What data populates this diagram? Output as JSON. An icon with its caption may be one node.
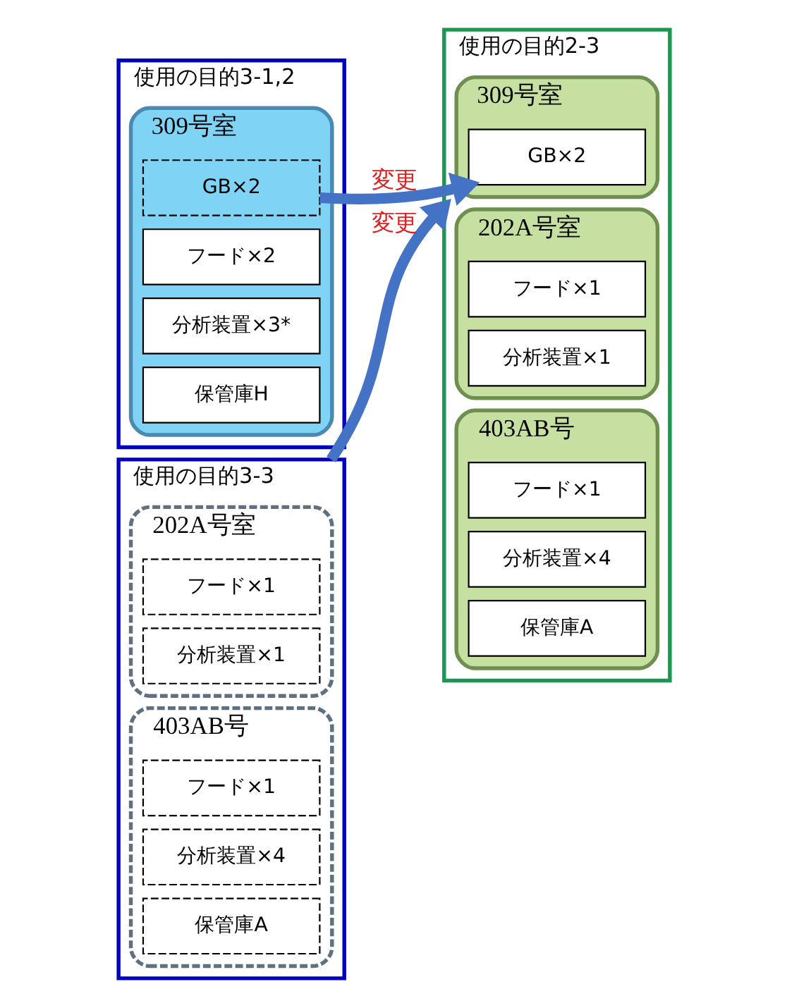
{
  "diagram": {
    "nodes": [
      {
        "text": [
          "使用の目的3-1,2"
        ]
      },
      {
        "text": [
          "309号室"
        ],
        "in": 0
      },
      {
        "text": [
          "GB×2"
        ],
        "in": 1
      },
      {
        "text": [
          "フード×2"
        ],
        "in": 1
      },
      {
        "text": [
          "分析装置×3*"
        ],
        "in": 1
      },
      {
        "text": [
          "保管庫H"
        ],
        "in": 1
      },
      {
        "text": [
          "使用の目的2-3"
        ]
      },
      {
        "text": [
          "309号室"
        ],
        "in": 6
      },
      {
        "text": [
          "GB×2"
        ],
        "in": 7
      },
      {
        "text": [
          "使用の目的3-3"
        ]
      },
      {
        "text": [
          "202A号室"
        ],
        "in": 9
      },
      {
        "text": [
          "フード×1"
        ],
        "in": 10
      },
      {
        "text": [
          "分析装置×1"
        ],
        "in": 10
      },
      {
        "text": [
          "403AB号"
        ],
        "in": 9
      },
      {
        "text": [
          "フード×1"
        ],
        "in": 13
      },
      {
        "text": [
          "分析装置×4"
        ],
        "in": 13
      },
      {
        "text": [
          "保管庫A"
        ],
        "in": 13
      },
      {
        "text": [
          "202A号室"
        ],
        "in": 6
      },
      {
        "text": [
          "フード×1"
        ],
        "in": 17
      },
      {
        "text": [
          "分析装置×1"
        ],
        "in": 17
      },
      {
        "text": [
          "403AB号"
        ],
        "in": 6
      },
      {
        "text": [
          "フード×1"
        ],
        "in": 20
      },
      {
        "text": [
          "分析装置×4"
        ],
        "in": 20
      },
      {
        "text": [
          "保管庫A"
        ],
        "in": 20
      }
    ],
    "edges": [
      {
        "from": 2,
        "to": 8,
        "arrow": "to",
        "label": "変更",
        "color": "#4472c4"
      },
      {
        "from": 9,
        "to": 6,
        "arrow": "to",
        "label": "変更",
        "color": "#4472c4"
      }
    ]
  }
}
